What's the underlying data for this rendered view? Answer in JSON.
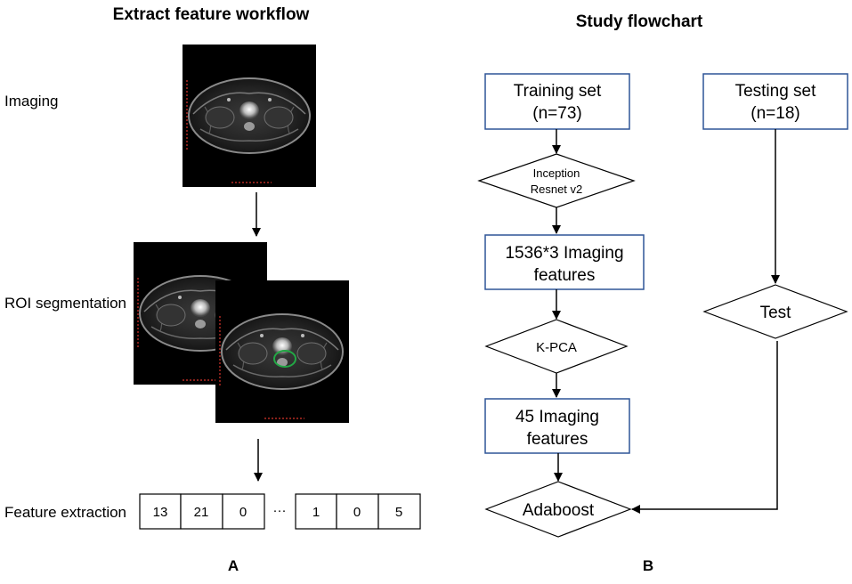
{
  "panel_a": {
    "title": "Extract feature workflow",
    "label_imaging": "Imaging",
    "label_roi": "ROI segmentation",
    "label_feature": "Feature extraction",
    "feature_cells_left": [
      "13",
      "21",
      "0"
    ],
    "ellipsis": "···",
    "feature_cells_right": [
      "1",
      "0",
      "5"
    ],
    "panel_letter": "A"
  },
  "panel_b": {
    "title": "Study flowchart",
    "training_line1": "Training set",
    "training_line2": "(n=73)",
    "testing_line1": "Testing set",
    "testing_line2": "(n=18)",
    "inception_line1": "Inception",
    "inception_line2": "Resnet v2",
    "features1536_line1": "1536*3 Imaging",
    "features1536_line2": "features",
    "kpca": "K-PCA",
    "features45_line1": "45 Imaging",
    "features45_line2": "features",
    "adaboost": "Adaboost",
    "test": "Test",
    "panel_letter": "B"
  },
  "colors": {
    "box_border": "#2f5597",
    "contour": "#22a845",
    "scale_marks": "#d9342b"
  }
}
